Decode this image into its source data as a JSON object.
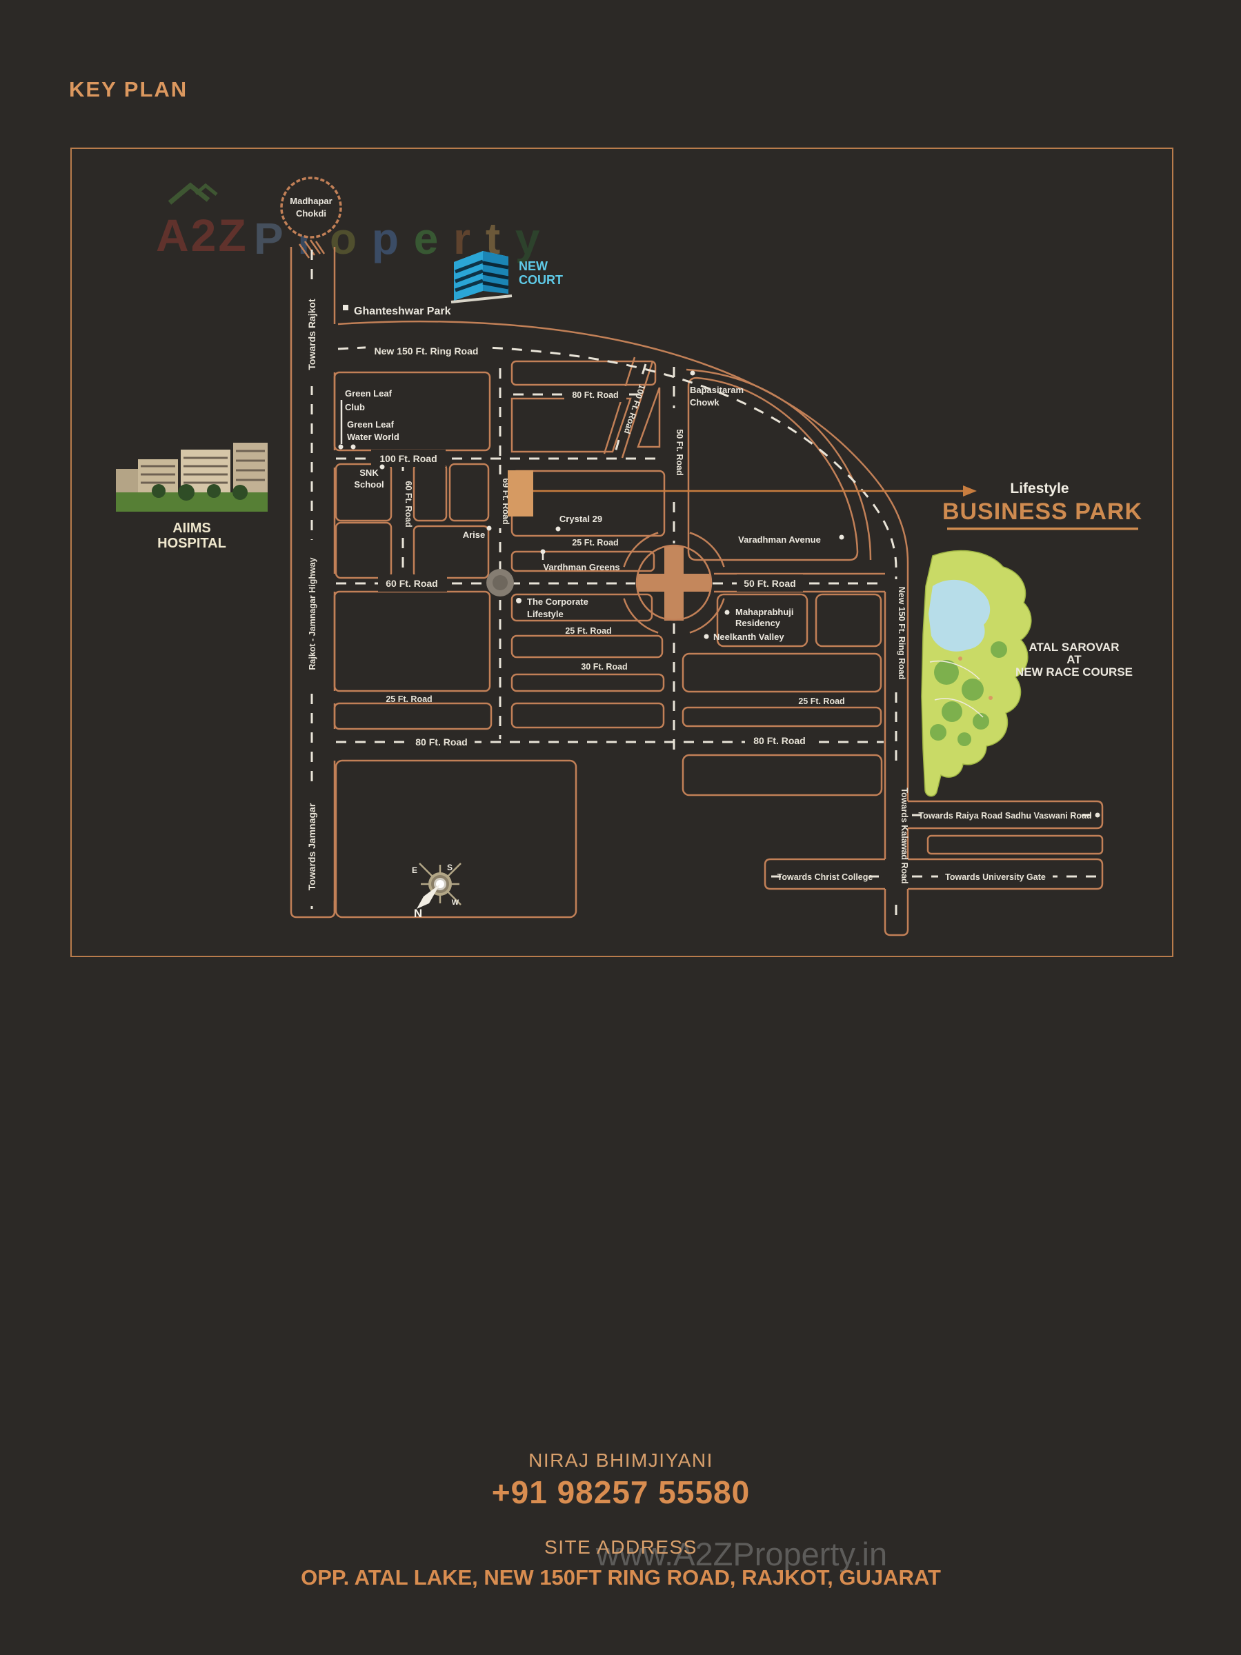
{
  "title": "KEY PLAN",
  "brand_watermark": {
    "a2z": "A2Z",
    "property_letters": [
      "P",
      "r",
      "o",
      "p",
      "e",
      "r",
      "t",
      "y"
    ]
  },
  "site_watermark": "www.A2ZProperty.in",
  "map": {
    "junctions": {
      "madhapar": [
        "Madhapar",
        "Chokdi"
      ],
      "bapasitaram": [
        "Bapasitaram",
        "Chowk"
      ]
    },
    "roads": {
      "ring_top": "New 150 Ft. Ring Road",
      "ring_right": "New 150 Ft. Ring Road",
      "towards_rajkot": "Towards Rajkot",
      "highway": "Rajkot - Jamnagar Highway",
      "towards_jamnagar": "Towards Jamnagar",
      "r100_h": "100 Ft. Road",
      "r100_diag": "100 Ft. Road",
      "r80_upper": "80 Ft. Road",
      "r60_v": "60 Ft. Road",
      "r69_v": "69 Ft. Road",
      "r50_v": "50 Ft. Road",
      "r60_h": "60 Ft. Road",
      "r50_h": "50 Ft. Road",
      "r25_a": "25 Ft. Road",
      "r25_b": "25 Ft. Road",
      "r30": "30 Ft. Road",
      "r25_c": "25 Ft. Road",
      "r25_d": "25 Ft. Road",
      "r80_bl": "80 Ft. Road",
      "r80_br": "80 Ft. Road",
      "towards_kalawad": "Towards Kalawad Road",
      "sadhu_vaswani": "Towards Raiya Road Sadhu Vaswani Road",
      "christ_college": "Towards Christ College",
      "university_gate": "Towards University Gate"
    },
    "places": {
      "new_court": [
        "NEW",
        "COURT"
      ],
      "ghanteshwar": "Ghanteshwar Park",
      "green_leaf_club": [
        "Green Leaf",
        "Club"
      ],
      "green_leaf_water": [
        "Green Leaf",
        "Water World"
      ],
      "snk": [
        "SNK",
        "School"
      ],
      "arise": "Arise",
      "crystal": "Crystal 29",
      "vardhman_greens": "Vardhman Greens",
      "corporate": [
        "The Corporate",
        "Lifestyle"
      ],
      "varadhman_avenue": "Varadhman Avenue",
      "mahaprabhuji": [
        "Mahaprabhuji",
        "Residency"
      ],
      "neelkanth": "Neelkanth Valley",
      "aiims": [
        "AIIMS",
        "HOSPITAL"
      ],
      "atal": [
        "ATAL SAROVAR",
        "AT",
        "NEW RACE COURSE"
      ]
    },
    "project": {
      "tagline": "Lifestyle",
      "name": "BUSINESS PARK"
    },
    "compass": {
      "n": "N",
      "e": "E",
      "s": "S",
      "w": "W"
    }
  },
  "footer": {
    "contact_name": "NIRAJ BHIMJIYANI",
    "phone": "+91 98257 55580",
    "address_label": "SITE ADDRESS",
    "address": "OPP. ATAL LAKE, NEW 150FT RING ROAD, RAJKOT, GUJARAT"
  },
  "colors": {
    "background": "#2C2926",
    "accent_orange": "#D28A52",
    "road_outline": "#C28057",
    "label_white": "#ECE8DF",
    "newcourt_cyan": "#55C6E8",
    "site_marker": "#D69A62"
  }
}
